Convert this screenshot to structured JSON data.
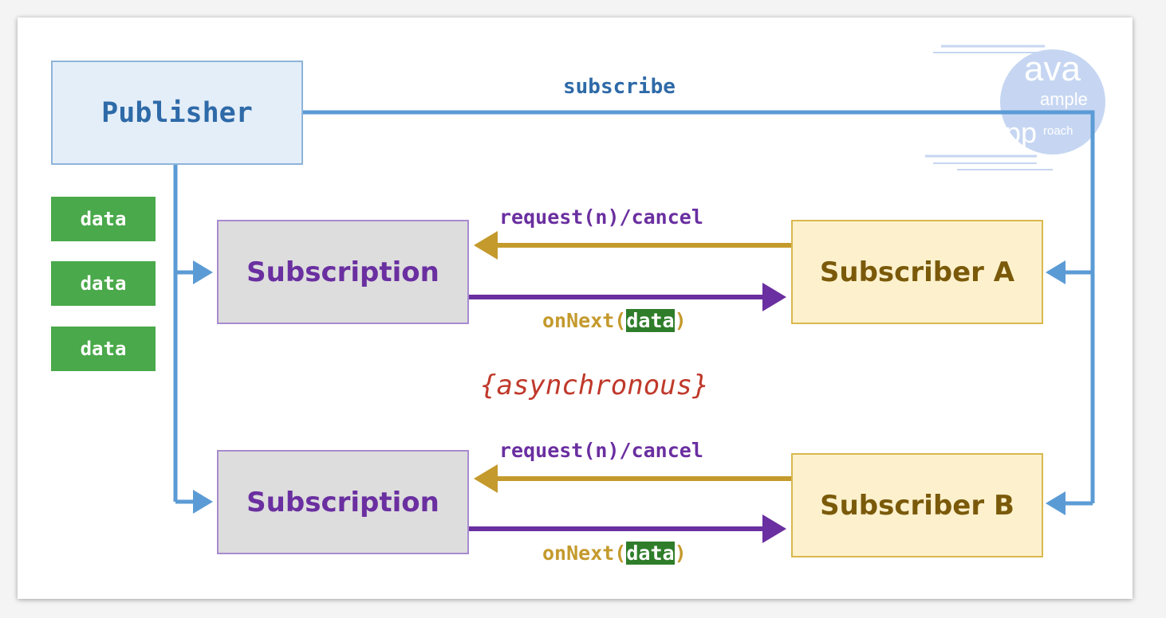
{
  "publisher": "Publisher",
  "tokens": [
    "data",
    "data",
    "data"
  ],
  "subscribe_label": "subscribe",
  "subscription_label": "Subscription",
  "subscriber_a": "Subscriber A",
  "subscriber_b": "Subscriber B",
  "request_label": "request(n)/cancel",
  "onnext_prefix": "onNext(",
  "onnext_arg": "data",
  "onnext_suffix": ")",
  "async_label": "{asynchronous}",
  "logo": {
    "line1": "ava",
    "line2": "ample",
    "line3": "app",
    "line4": "roach"
  },
  "colors": {
    "publisher_blue": "#2e6aa8",
    "flow_blue": "#5b9bd5",
    "request_gold": "#c49a2c",
    "onnext_purple": "#6a2fa0",
    "data_green": "#4aa94a",
    "async_red": "#c0392b"
  }
}
